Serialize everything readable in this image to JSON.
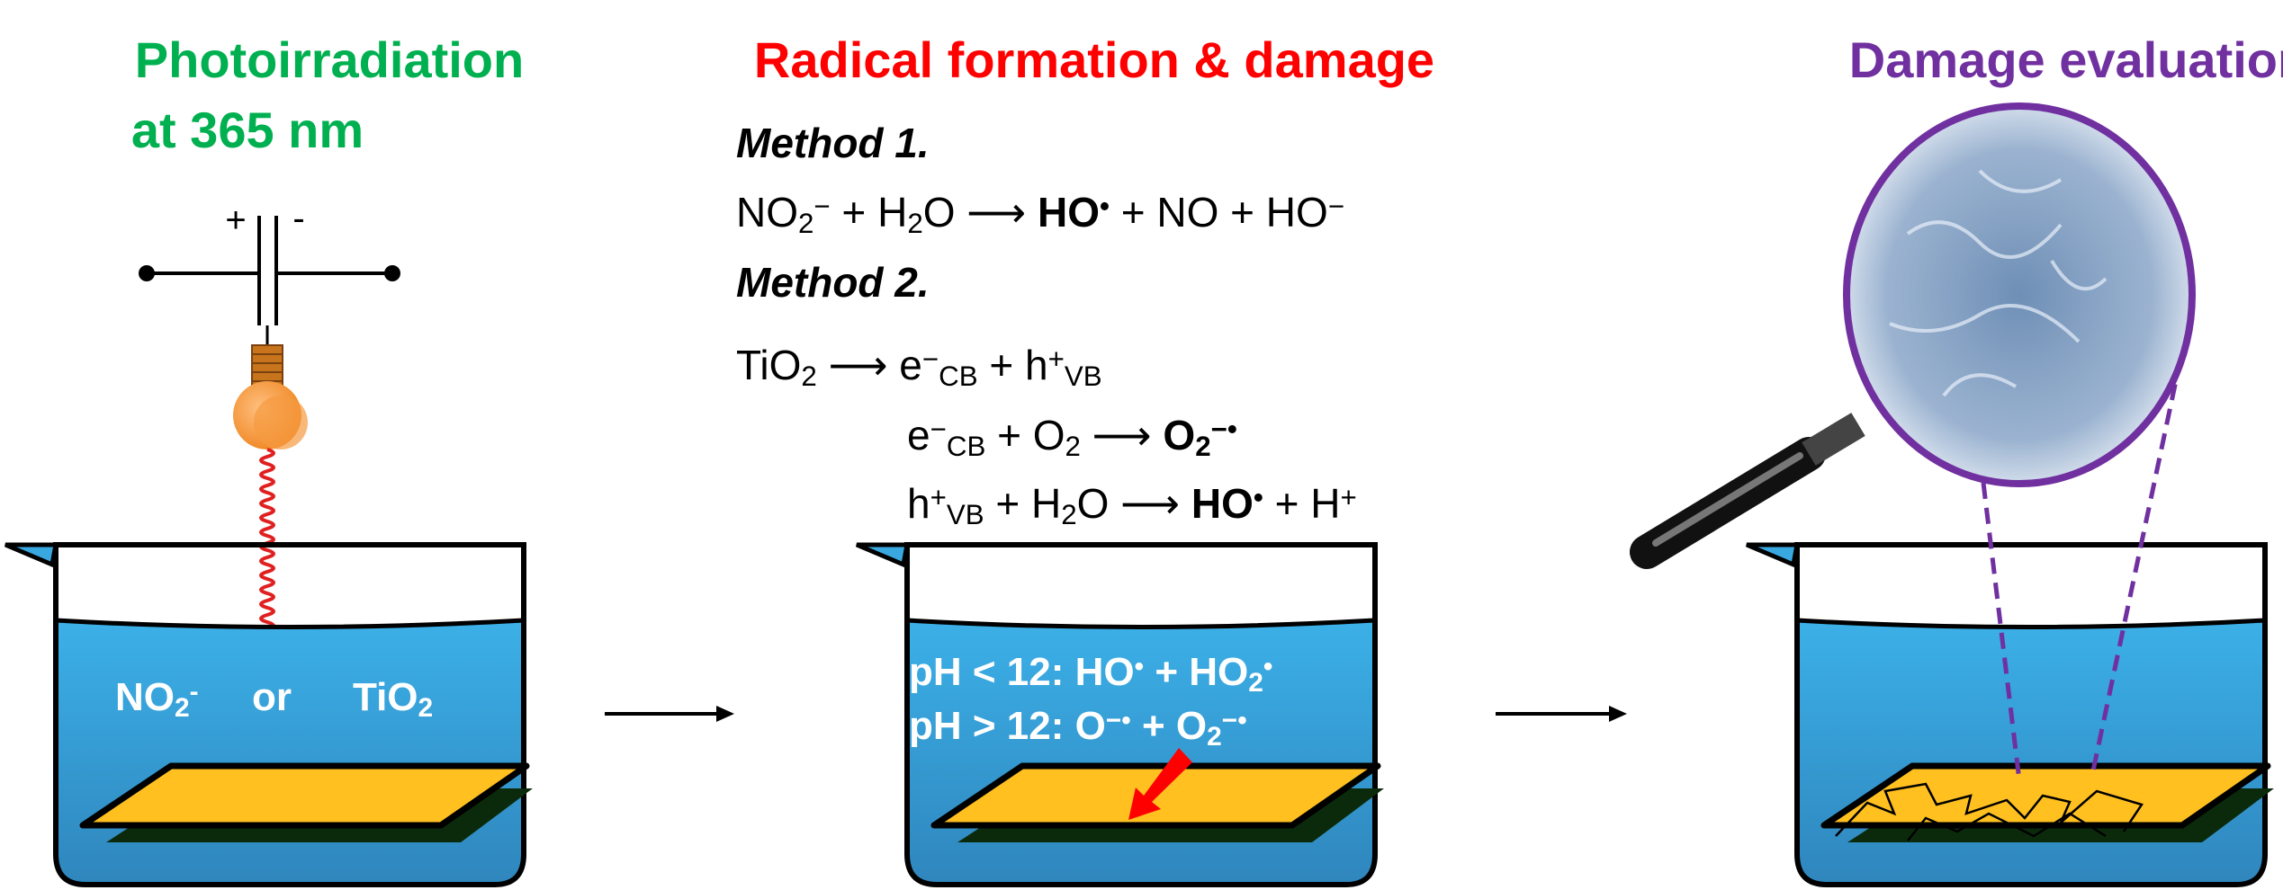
{
  "titles": {
    "step1_line1": "Photoirradiation",
    "step1_line2": "at 365 nm",
    "step2": "Radical formation & damage",
    "step3": "Damage evaluation"
  },
  "colors": {
    "step1": "#00b050",
    "step2": "#ff0000",
    "step3": "#7030a0",
    "water": "#3aa8e0",
    "plate": "#ffc020",
    "plate_shadow": "#0b2a0b",
    "damage_arrow": "#ff0000"
  },
  "circuit": {
    "plus": "+",
    "minus": "-"
  },
  "methods": {
    "method1_label": "Method 1.",
    "method2_label": "Method 2."
  },
  "equations": [
    [
      {
        "t": "NO"
      },
      {
        "t": "2",
        "s": "sub"
      },
      {
        "t": "−",
        "s": "sup"
      },
      {
        "t": " + H"
      },
      {
        "t": "2",
        "s": "sub"
      },
      {
        "t": "O ⟶ "
      },
      {
        "t": "HO",
        "b": true
      },
      {
        "t": "•",
        "s": "sup",
        "b": true
      },
      {
        "t": " + NO + HO"
      },
      {
        "t": "−",
        "s": "sup"
      }
    ],
    [
      {
        "t": "TiO"
      },
      {
        "t": "2",
        "s": "sub"
      },
      {
        "t": " ⟶ e"
      },
      {
        "t": "−",
        "s": "sup"
      },
      {
        "t": "CB",
        "s": "sub"
      },
      {
        "t": " + h"
      },
      {
        "t": "+",
        "s": "sup"
      },
      {
        "t": "VB",
        "s": "sub"
      }
    ],
    [
      {
        "t": "e"
      },
      {
        "t": "−",
        "s": "sup"
      },
      {
        "t": "CB",
        "s": "sub"
      },
      {
        "t": " + O"
      },
      {
        "t": "2",
        "s": "sub"
      },
      {
        "t": " ⟶ "
      },
      {
        "t": "O",
        "b": true
      },
      {
        "t": "2",
        "s": "sub",
        "b": true
      },
      {
        "t": "−•",
        "s": "sup",
        "b": true
      }
    ],
    [
      {
        "t": "h"
      },
      {
        "t": "+",
        "s": "sup"
      },
      {
        "t": "VB",
        "s": "sub"
      },
      {
        "t": " + H"
      },
      {
        "t": "2",
        "s": "sub"
      },
      {
        "t": "O ⟶ "
      },
      {
        "t": "HO",
        "b": true
      },
      {
        "t": "•",
        "s": "sup",
        "b": true
      },
      {
        "t": " + H"
      },
      {
        "t": "+",
        "s": "sup"
      }
    ]
  ],
  "beaker1_labels": [
    [
      {
        "t": "NO"
      },
      {
        "t": "2",
        "s": "sub"
      },
      {
        "t": "-",
        "s": "sup"
      }
    ],
    [
      {
        "t": "or"
      }
    ],
    [
      {
        "t": "TiO"
      },
      {
        "t": "2",
        "s": "sub"
      }
    ]
  ],
  "beaker2_labels": [
    [
      {
        "t": "pH < 12: HO"
      },
      {
        "t": "•",
        "s": "sup"
      },
      {
        "t": " + HO"
      },
      {
        "t": "2",
        "s": "sub"
      },
      {
        "t": "•",
        "s": "sup"
      }
    ],
    [
      {
        "t": "pH > 12: O"
      },
      {
        "t": "−•",
        "s": "sup"
      },
      {
        "t": " + O"
      },
      {
        "t": "2",
        "s": "sub"
      },
      {
        "t": "−•",
        "s": "sup"
      }
    ]
  ]
}
